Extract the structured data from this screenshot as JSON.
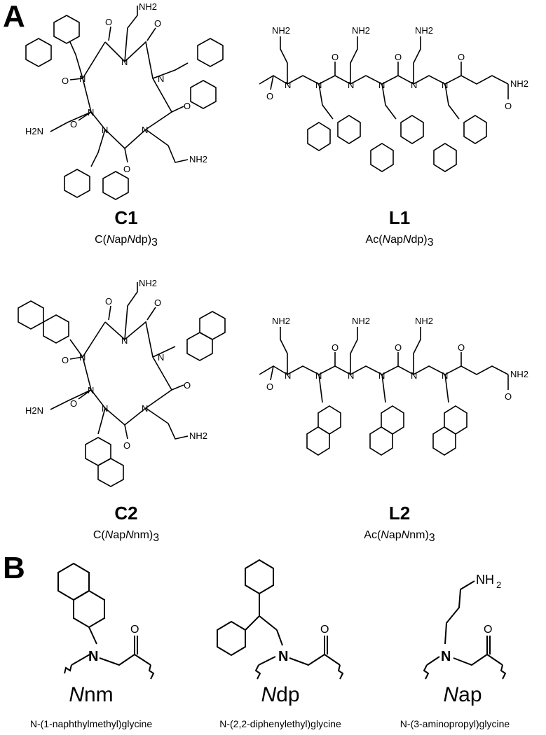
{
  "panels": {
    "a": "A",
    "b": "B"
  },
  "atoms": {
    "N": "N",
    "O": "O",
    "NH2": "NH2",
    "H2N": "H2N",
    "NH": "NH",
    "sub2": "2"
  },
  "compounds": [
    {
      "label": "C1",
      "formula": {
        "prefix": "C(",
        "m1": "N",
        "s1": "ap",
        "m2": "N",
        "s2": "dp",
        "close": ")",
        "count": "3"
      }
    },
    {
      "label": "L1",
      "formula": {
        "prefix": "Ac(",
        "m1": "N",
        "s1": "ap",
        "m2": "N",
        "s2": "dp",
        "close": ")",
        "count": "3"
      }
    },
    {
      "label": "C2",
      "formula": {
        "prefix": "C(",
        "m1": "N",
        "s1": "ap",
        "m2": "N",
        "s2": "nm",
        "close": ")",
        "count": "3"
      }
    },
    {
      "label": "L2",
      "formula": {
        "prefix": "Ac(",
        "m1": "N",
        "s1": "ap",
        "m2": "N",
        "s2": "nm",
        "close": ")",
        "count": "3"
      }
    }
  ],
  "monomers": [
    {
      "italic": "N",
      "rest": "nm",
      "full": "N-(1-naphthylmethyl)glycine"
    },
    {
      "italic": "N",
      "rest": "dp",
      "full": "N-(2,2-diphenylethyl)glycine"
    },
    {
      "italic": "N",
      "rest": "ap",
      "full": "N-(3-aminopropyl)glycine"
    }
  ]
}
